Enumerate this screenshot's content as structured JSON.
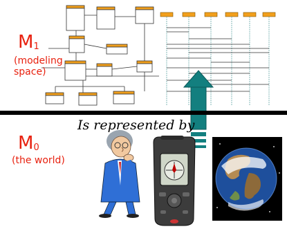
{
  "labels": {
    "m1": "M",
    "m1_sub": "1",
    "m1_caption": "(modeling space)",
    "m0": "M",
    "m0_sub": "0",
    "m0_caption": "(the world)",
    "represented_by": "Is represented by"
  },
  "colors": {
    "label_red": "#e8210f",
    "arrow_teal": "#137f7f",
    "uml_header": "#f2a01d",
    "divider": "#000000"
  },
  "icons": [
    "thinking-man-icon",
    "gps-device-icon",
    "earth-icon"
  ]
}
